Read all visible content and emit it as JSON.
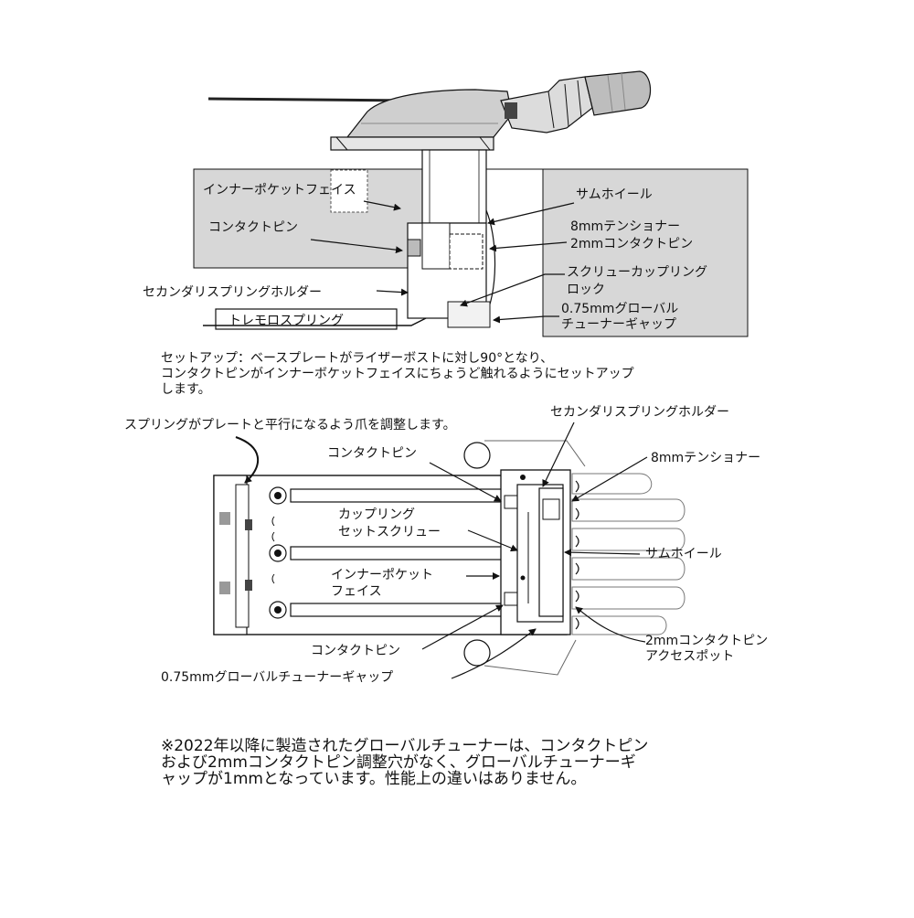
{
  "top_diagram": {
    "labels": {
      "inner_pocket_face": "インナーポケットフェイス",
      "contact_pin": "コンタクトピン",
      "secondary_spring_holder": "セカンダリスプリングホルダー",
      "tremolo_spring": "トレモロスプリング",
      "thumb_wheel": "サムホイール",
      "tensioner_8mm": "8mmテンショナー",
      "contact_pin_2mm": "2mmコンタクトピン",
      "screw_coupling_1": "スクリューカップリング",
      "screw_coupling_2": "ロック",
      "gap_1": "0.75mmグローバル",
      "gap_2": "チューナーギャップ"
    }
  },
  "setup_text": {
    "line1": "セットアップ：ベースプレートがライザーボストに対し90°となり、",
    "line2": "コンタクトピンがインナーボケットフェイスにちょうど触れるようにセットアップ",
    "line3": "します。"
  },
  "bottom_diagram": {
    "labels": {
      "spring_instruction": "スプリングがプレートと平行になるよう爪を調整します。",
      "secondary_spring_holder": "セカンダリスプリングホルダー",
      "contact_pin_top": "コンタクトピン",
      "tensioner_8mm": "8mmテンショナー",
      "coupling_1": "カップリング",
      "coupling_2": "セットスクリュー",
      "thumb_wheel": "サムホイール",
      "inner_pocket_1": "インナーポケット",
      "inner_pocket_2": "フェイス",
      "access_1": "2mmコンタクトピン",
      "access_2": "アクセスポット",
      "contact_pin_bottom": "コンタクトピン",
      "gap": "0.75mmグローバルチューナーギャップ"
    }
  },
  "footnote": {
    "line1": "※2022年以降に製造されたグローバルチューナーは、コンタクトピン",
    "line2": "および2mmコンタクトピン調整穴がなく、グローバルチューナーギ",
    "line3": "ャップが1mmとなっています。性能上の違いはありません。"
  },
  "colors": {
    "body_gray": "#d7d7d7",
    "line": "#111111",
    "background": "#ffffff"
  }
}
